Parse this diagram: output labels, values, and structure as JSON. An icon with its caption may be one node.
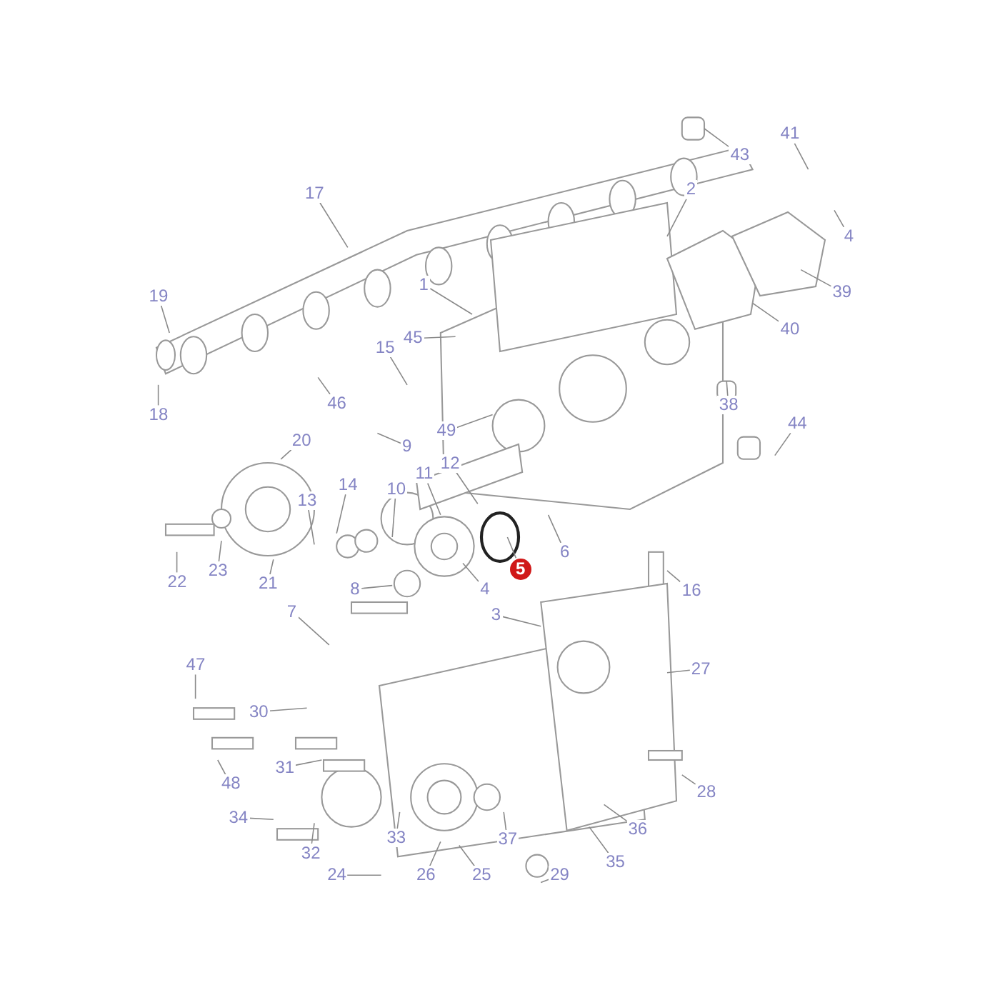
{
  "diagram": {
    "nodes": [
      {
        "text": [
          "41"
        ]
      },
      {
        "text": [
          "43"
        ]
      },
      {
        "text": [
          "17"
        ]
      },
      {
        "text": [
          "2"
        ]
      },
      {
        "text": [
          "4"
        ]
      },
      {
        "text": [
          "1"
        ]
      },
      {
        "text": [
          "39"
        ]
      },
      {
        "text": [
          "19"
        ]
      },
      {
        "text": [
          "15"
        ]
      },
      {
        "text": [
          "45"
        ]
      },
      {
        "text": [
          "40"
        ]
      },
      {
        "text": [
          "46"
        ]
      },
      {
        "text": [
          "18"
        ]
      },
      {
        "text": [
          "38"
        ]
      },
      {
        "text": [
          "44"
        ]
      },
      {
        "text": [
          "49"
        ]
      },
      {
        "text": [
          "20"
        ]
      },
      {
        "text": [
          "9"
        ]
      },
      {
        "text": [
          "12"
        ]
      },
      {
        "text": [
          "11"
        ]
      },
      {
        "text": [
          "10"
        ]
      },
      {
        "text": [
          "14"
        ]
      },
      {
        "text": [
          "13"
        ]
      },
      {
        "text": [
          "6"
        ]
      },
      {
        "text": [
          "23"
        ]
      },
      {
        "text": [
          "5"
        ]
      },
      {
        "text": [
          "22"
        ]
      },
      {
        "text": [
          "21"
        ]
      },
      {
        "text": [
          "8"
        ]
      },
      {
        "text": [
          "4"
        ]
      },
      {
        "text": [
          "3"
        ]
      },
      {
        "text": [
          "16"
        ]
      },
      {
        "text": [
          "7"
        ]
      },
      {
        "text": [
          "47"
        ]
      },
      {
        "text": [
          "27"
        ]
      },
      {
        "text": [
          "30"
        ]
      },
      {
        "text": [
          "31"
        ]
      },
      {
        "text": [
          "48"
        ]
      },
      {
        "text": [
          "28"
        ]
      },
      {
        "text": [
          "34"
        ]
      },
      {
        "text": [
          "33"
        ]
      },
      {
        "text": [
          "37"
        ]
      },
      {
        "text": [
          "36"
        ]
      },
      {
        "text": [
          "32"
        ]
      },
      {
        "text": [
          "26"
        ]
      },
      {
        "text": [
          "25"
        ]
      },
      {
        "text": [
          "24"
        ]
      },
      {
        "text": [
          "35"
        ]
      },
      {
        "text": [
          "29"
        ]
      }
    ],
    "edges": [
      {
        "from": 0,
        "to": null,
        "arrow": "none"
      },
      {
        "from": 1,
        "to": null,
        "arrow": "none"
      },
      {
        "from": 2,
        "to": null,
        "arrow": "none"
      },
      {
        "from": 3,
        "to": null,
        "arrow": "none"
      },
      {
        "from": 4,
        "to": null,
        "arrow": "none"
      },
      {
        "from": 5,
        "to": null,
        "arrow": "none"
      },
      {
        "from": 6,
        "to": null,
        "arrow": "none"
      },
      {
        "from": 7,
        "to": null,
        "arrow": "none"
      },
      {
        "from": 8,
        "to": null,
        "arrow": "none"
      },
      {
        "from": 9,
        "to": null,
        "arrow": "none"
      },
      {
        "from": 10,
        "to": null,
        "arrow": "none"
      },
      {
        "from": 11,
        "to": null,
        "arrow": "none"
      },
      {
        "from": 12,
        "to": null,
        "arrow": "none"
      },
      {
        "from": 13,
        "to": null,
        "arrow": "none"
      },
      {
        "from": 14,
        "to": null,
        "arrow": "none"
      },
      {
        "from": 15,
        "to": null,
        "arrow": "none"
      },
      {
        "from": 16,
        "to": null,
        "arrow": "none"
      },
      {
        "from": 17,
        "to": null,
        "arrow": "none"
      },
      {
        "from": 18,
        "to": null,
        "arrow": "none"
      },
      {
        "from": 19,
        "to": null,
        "arrow": "none"
      },
      {
        "from": 20,
        "to": null,
        "arrow": "none"
      },
      {
        "from": 21,
        "to": null,
        "arrow": "none"
      },
      {
        "from": 22,
        "to": null,
        "arrow": "none"
      },
      {
        "from": 23,
        "to": null,
        "arrow": "none"
      },
      {
        "from": 24,
        "to": null,
        "arrow": "none"
      },
      {
        "from": 25,
        "to": null,
        "arrow": "none"
      },
      {
        "from": 26,
        "to": null,
        "arrow": "none"
      },
      {
        "from": 27,
        "to": null,
        "arrow": "none"
      },
      {
        "from": 28,
        "to": null,
        "arrow": "none"
      },
      {
        "from": 29,
        "to": null,
        "arrow": "none"
      },
      {
        "from": 30,
        "to": null,
        "arrow": "none"
      },
      {
        "from": 31,
        "to": null,
        "arrow": "none"
      },
      {
        "from": 32,
        "to": null,
        "arrow": "none"
      },
      {
        "from": 33,
        "to": null,
        "arrow": "none"
      },
      {
        "from": 34,
        "to": null,
        "arrow": "none"
      },
      {
        "from": 35,
        "to": null,
        "arrow": "none"
      },
      {
        "from": 36,
        "to": null,
        "arrow": "none"
      },
      {
        "from": 37,
        "to": null,
        "arrow": "none"
      },
      {
        "from": 38,
        "to": null,
        "arrow": "none"
      },
      {
        "from": 39,
        "to": null,
        "arrow": "none"
      },
      {
        "from": 40,
        "to": null,
        "arrow": "none"
      },
      {
        "from": 41,
        "to": null,
        "arrow": "none"
      },
      {
        "from": 42,
        "to": null,
        "arrow": "none"
      },
      {
        "from": 43,
        "to": null,
        "arrow": "none"
      },
      {
        "from": 44,
        "to": null,
        "arrow": "none"
      },
      {
        "from": 45,
        "to": null,
        "arrow": "none"
      },
      {
        "from": 46,
        "to": null,
        "arrow": "none"
      },
      {
        "from": 47,
        "to": null,
        "arrow": "none"
      },
      {
        "from": 48,
        "to": null,
        "arrow": "none"
      }
    ]
  }
}
